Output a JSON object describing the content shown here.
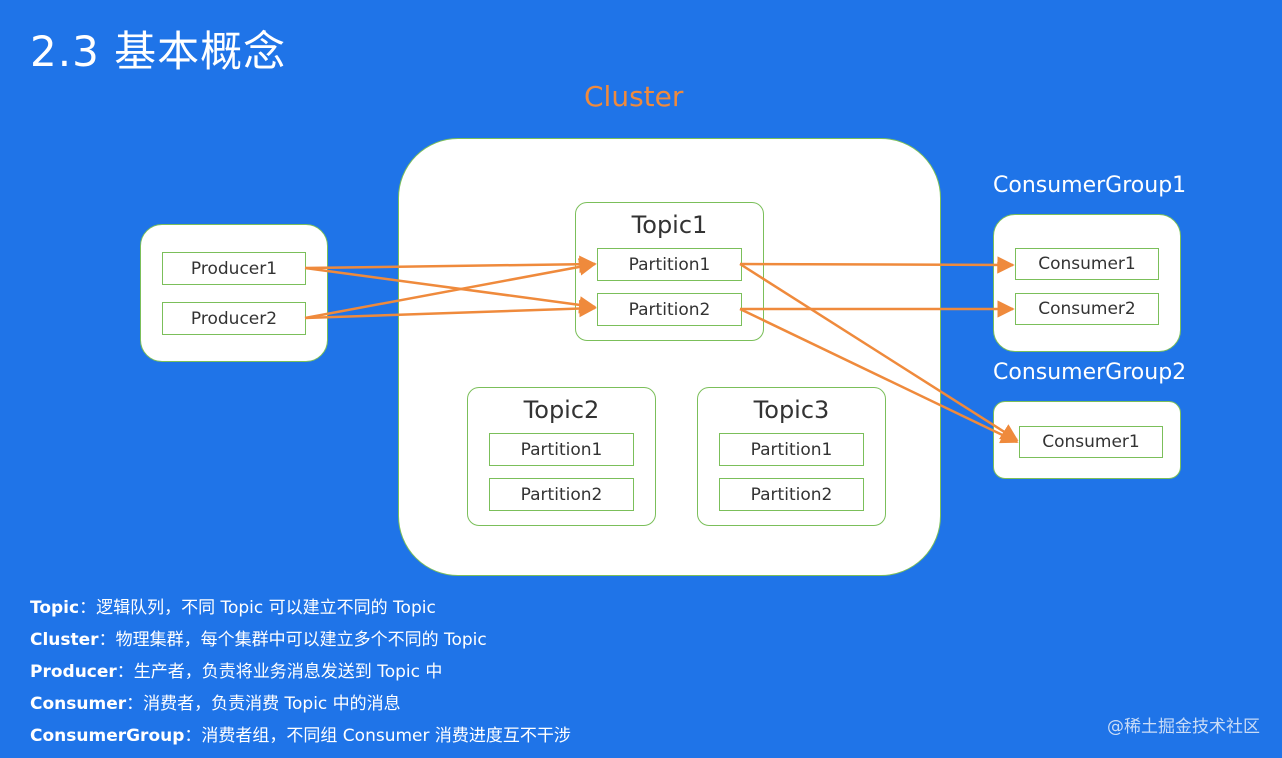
{
  "title": "2.3 基本概念",
  "cluster": {
    "label": "Cluster"
  },
  "producers": {
    "items": [
      "Producer1",
      "Producer2"
    ]
  },
  "topics": [
    {
      "name": "Topic1",
      "partitions": [
        "Partition1",
        "Partition2"
      ]
    },
    {
      "name": "Topic2",
      "partitions": [
        "Partition1",
        "Partition2"
      ]
    },
    {
      "name": "Topic3",
      "partitions": [
        "Partition1",
        "Partition2"
      ]
    }
  ],
  "consumer_groups": [
    {
      "name": "ConsumerGroup1",
      "consumers": [
        "Consumer1",
        "Consumer2"
      ]
    },
    {
      "name": "ConsumerGroup2",
      "consumers": [
        "Consumer1"
      ]
    }
  ],
  "legend": [
    {
      "term": "Topic",
      "sep": "：",
      "desc": "逻辑队列，不同 Topic 可以建立不同的 Topic"
    },
    {
      "term": "Cluster",
      "sep": "：",
      "desc": "物理集群，每个集群中可以建立多个不同的 Topic"
    },
    {
      "term": "Producer",
      "sep": "：",
      "desc": "生产者，负责将业务消息发送到 Topic 中"
    },
    {
      "term": "Consumer",
      "sep": "：",
      "desc": "消费者，负责消费 Topic 中的消息"
    },
    {
      "term": "ConsumerGroup",
      "sep": "：",
      "desc": "消费者组，不同组 Consumer 消费进度互不干涉"
    }
  ],
  "credit": "@稀土掘金技术社区",
  "colors": {
    "background": "#1f74e8",
    "arrow": "#ef8a3c",
    "border": "#7bbf5a",
    "accent_label": "#ef8a3c"
  }
}
